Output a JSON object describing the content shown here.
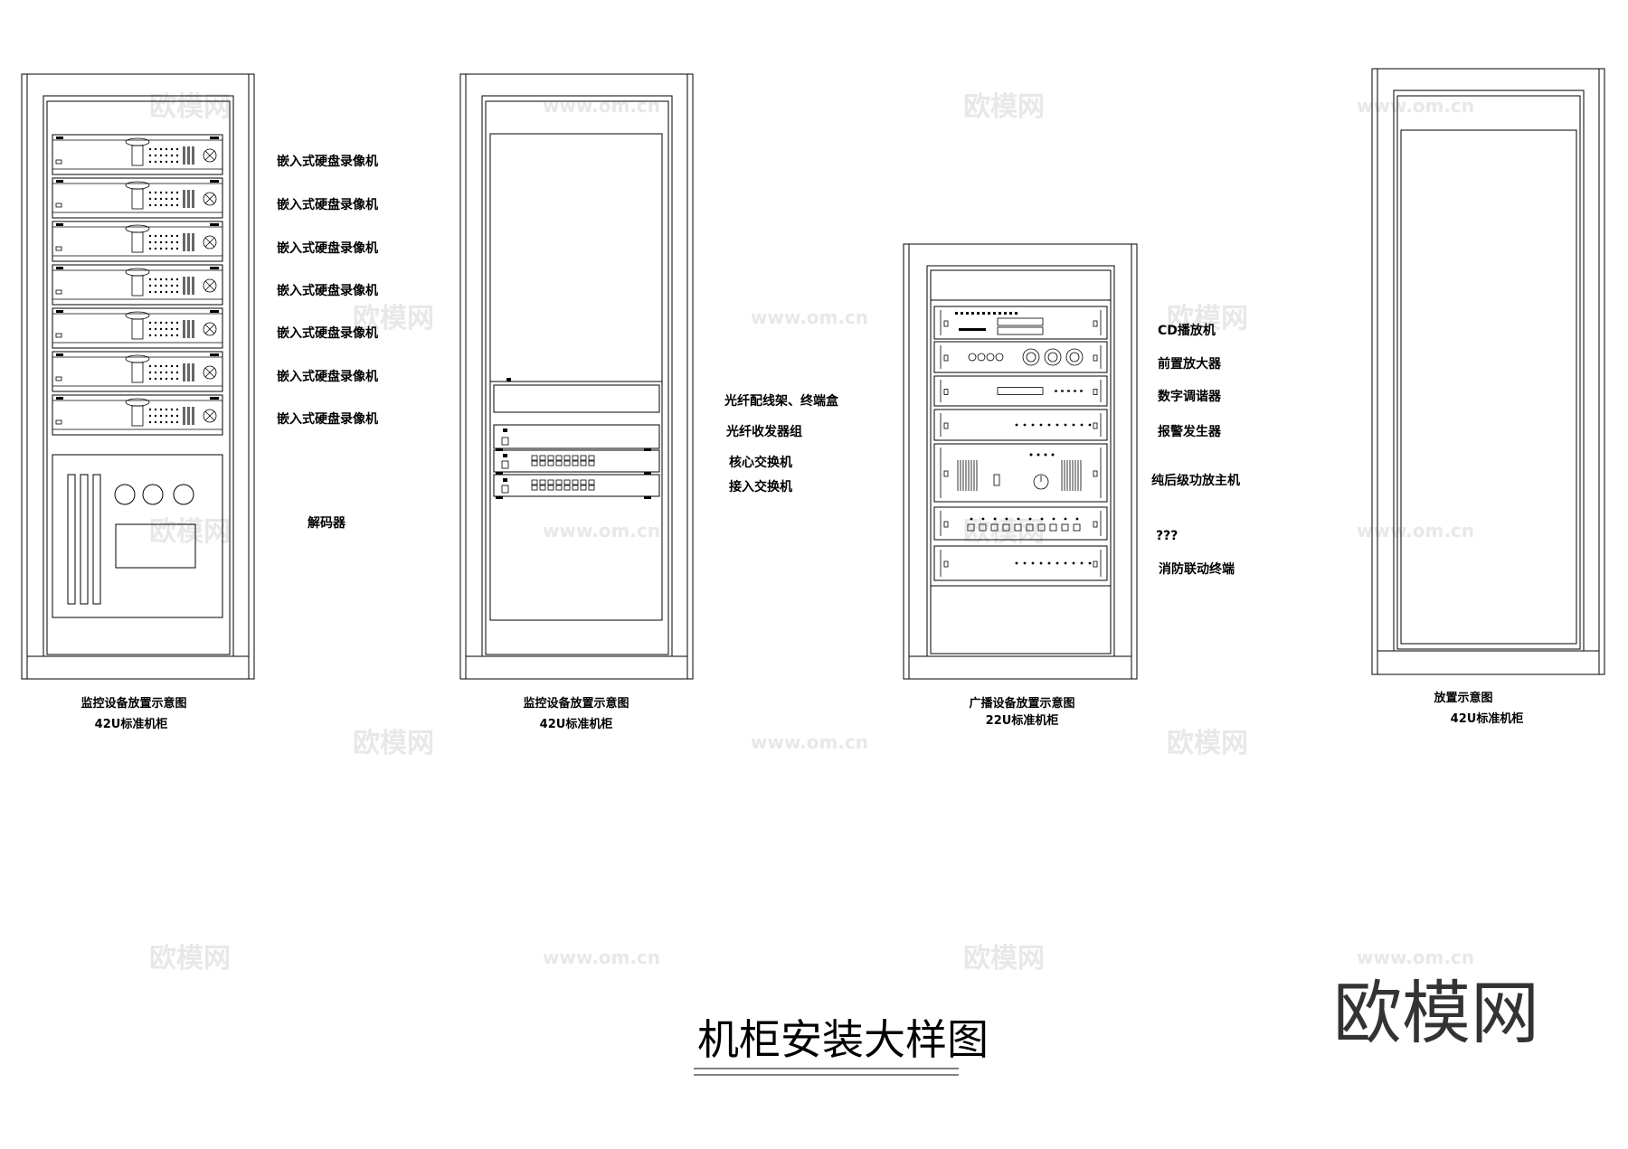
{
  "title": "机柜安装大样图",
  "logo": "欧模网",
  "watermark": {
    "text_a": "欧模网",
    "text_b": "www.om.cn"
  },
  "cabinets": [
    {
      "caption_line1": "监控设备放置示意图",
      "caption_line2": "42U标准机柜",
      "labels": [
        "嵌入式硬盘录像机",
        "嵌入式硬盘录像机",
        "嵌入式硬盘录像机",
        "嵌入式硬盘录像机",
        "嵌入式硬盘录像机",
        "嵌入式硬盘录像机",
        "嵌入式硬盘录像机",
        "解码器"
      ]
    },
    {
      "caption_line1": "监控设备放置示意图",
      "caption_line2": "42U标准机柜",
      "labels": [
        "光纤配线架、终端盒",
        "光纤收发器组",
        "核心交换机",
        "接入交换机"
      ]
    },
    {
      "caption_line1": "广播设备放置示意图",
      "caption_line2": "22U标准机柜",
      "labels": [
        "CD播放机",
        "前置放大器",
        "数字调谐器",
        "报警发生器",
        "纯后级功放主机",
        "???",
        "消防联动终端"
      ]
    },
    {
      "caption_line1": "放置示意图",
      "caption_line2": "42U标准机柜",
      "labels": []
    }
  ]
}
